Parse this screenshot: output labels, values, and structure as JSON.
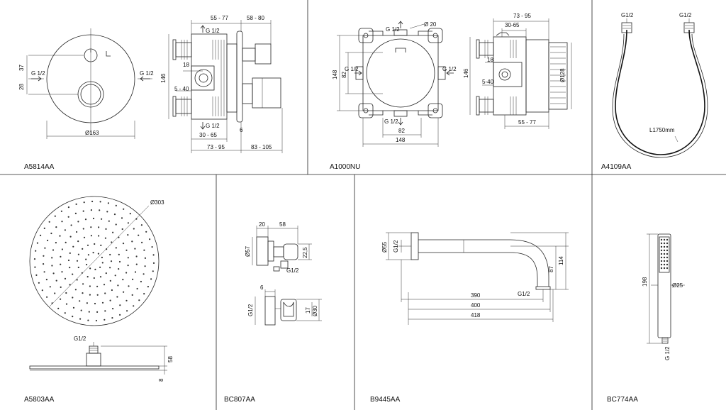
{
  "panels": [
    {
      "code": "A5814AA"
    },
    {
      "code": "A1000NU"
    },
    {
      "code": "A4109AA"
    },
    {
      "code": "A5803AA"
    },
    {
      "code": "BC807AA"
    },
    {
      "code": "B9445AA"
    },
    {
      "code": "BC774AA"
    }
  ],
  "dims": {
    "a5814": {
      "d37": "37",
      "g12_left": "G 1/2",
      "g12_right": "G 1/2",
      "d28": "28",
      "d163": "Ø163",
      "d55_77": "55 - 77",
      "d58_80": "58 - 80",
      "g12_top": "G 1/2",
      "d146": "146",
      "d18": "18",
      "d5_40": "5 - 40",
      "g12_bottom": "G 1/2",
      "d30_65": "30 - 65",
      "d73_95": "73 - 95",
      "d83_105": "83 - 105",
      "d6": "6"
    },
    "a1000": {
      "g12_top": "G 1/2",
      "d20": "Ø 20",
      "d148v": "148",
      "d82v": "82",
      "g12_left": "G 1/2",
      "g12_right": "G 1/2",
      "g12_bottom": "G 1/2",
      "d82h": "82",
      "d148h": "148",
      "d73_95": "73 - 95",
      "d30_65": "30-65",
      "d146": "146",
      "d18": "18",
      "d5_40": "5-40",
      "d128": "Ø128",
      "d55_77": "55 - 77"
    },
    "a4109": {
      "g12_left": "G1/2",
      "g12_right": "G1/2",
      "len": "L1750mm"
    },
    "a5803": {
      "d303": "Ø303",
      "g12": "G1/2",
      "d58": "58",
      "d8": "8"
    },
    "bc807": {
      "d20": "20",
      "d58": "58",
      "d57": "Ø57",
      "d22_5": "22,5",
      "g12": "G1/2",
      "d6": "6",
      "g12b": "G1/2",
      "d17": "17",
      "d30": "Ø30"
    },
    "b9445": {
      "d55": "Ø55",
      "g12": "G1/2",
      "d87": "87",
      "d114": "114",
      "g12b": "G1/2",
      "d390": "390",
      "d400": "400",
      "d418": "418"
    },
    "bc774": {
      "d198": "198",
      "d25": "Ø25",
      "g12": "G 1/2"
    }
  }
}
